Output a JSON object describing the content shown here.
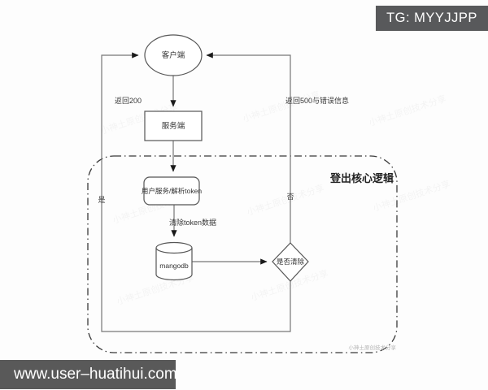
{
  "badge": {
    "label": "TG: MYYJJPP"
  },
  "footer": {
    "url": "www.user–huatihui.com"
  },
  "diagram": {
    "container_title": "登出核心逻辑",
    "nodes": {
      "client": "客户端",
      "server": "服务端",
      "user_service": "用户服务/解析token",
      "database": "mangodb",
      "decision": "是否清除"
    },
    "labels": {
      "return_ok": "返回200",
      "return_error": "返回500与错误信息",
      "clear_token": "清除token数据",
      "yes": "是",
      "no": "否"
    },
    "watermark": "小神土原创技术分享"
  },
  "colors": {
    "badge_bg": "#58595b",
    "footer_bg": "#595959",
    "flow_line": "#777777",
    "shape_stroke": "#555555",
    "dashed_border": "#3a3a3a",
    "text": "#333333"
  }
}
